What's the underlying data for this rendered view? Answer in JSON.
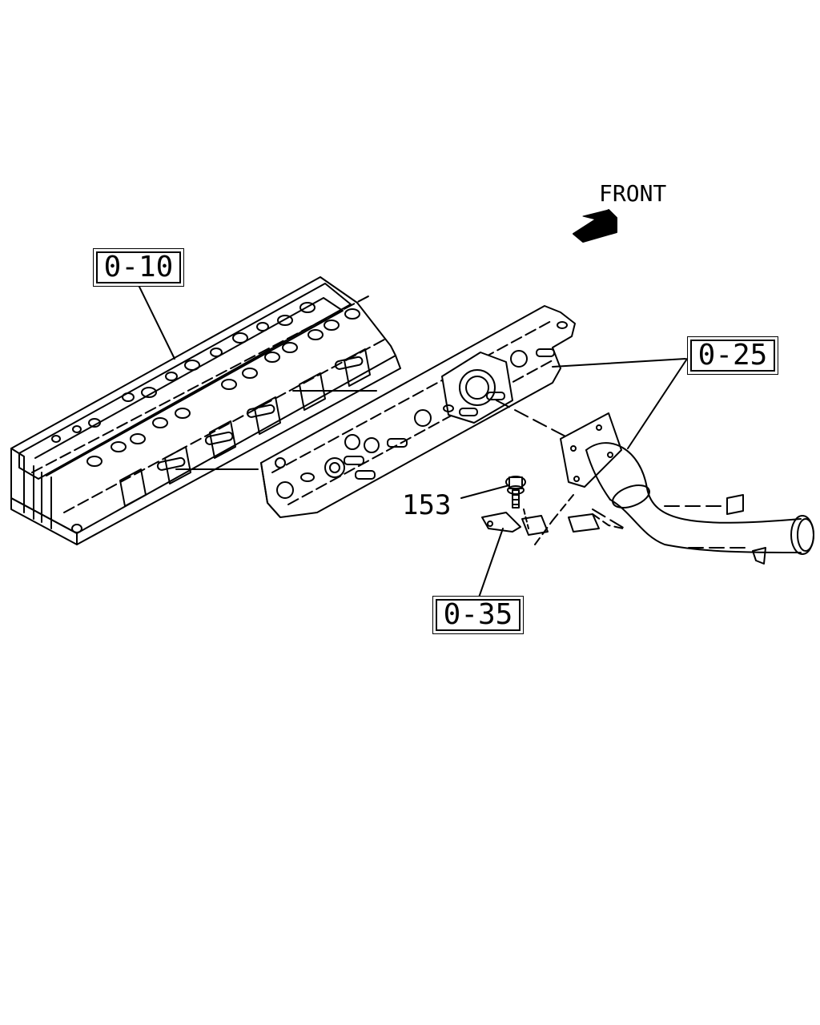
{
  "orientation": {
    "label": "FRONT",
    "icon": "arrow-icon"
  },
  "callouts": {
    "cylinder_head_ref": "0-10",
    "pipe_ref": "0-25",
    "bracket_ref": "0-35",
    "bolt_part_number": "153"
  },
  "colors": {
    "line": "#000000",
    "background": "#ffffff"
  }
}
